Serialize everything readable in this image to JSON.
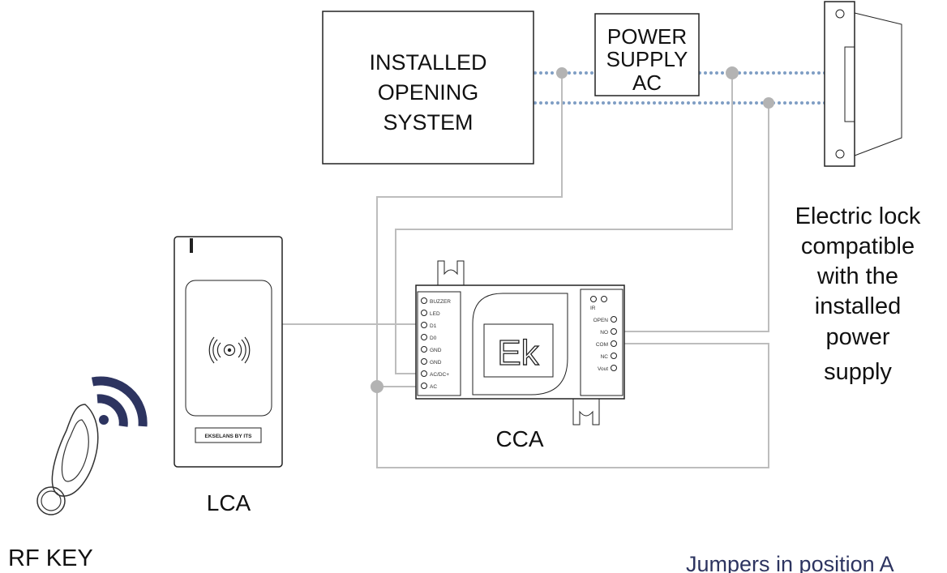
{
  "installed_opening_system": {
    "lines": [
      "INSTALLED",
      "OPENING",
      "SYSTEM"
    ]
  },
  "power_supply": {
    "lines": [
      "POWER",
      "SUPPLY",
      "AC"
    ]
  },
  "electric_lock_caption": {
    "lines": [
      "Electric lock",
      "compatible",
      "with the",
      "installed",
      "power",
      "supply"
    ]
  },
  "cca": {
    "label": "CCA",
    "logo": "Ek",
    "left_pins": [
      "BUZZER",
      "LED",
      "D1",
      "D0",
      "GND",
      "GND",
      "AC/DC+",
      "AC"
    ],
    "right_pins": [
      "OPEN",
      "NO",
      "COM",
      "NC",
      "Vout"
    ],
    "ir_label": "IR"
  },
  "lca": {
    "label": "LCA",
    "brand": "EKSELANS BY ITS"
  },
  "rf_key": {
    "label": "RF KEY"
  },
  "jumpers_caption": "Jumpers in position A",
  "colors": {
    "bus": "#7f9ec4",
    "wire": "#bdbdbd",
    "accent": "#2d3460",
    "outline": "#222222"
  }
}
